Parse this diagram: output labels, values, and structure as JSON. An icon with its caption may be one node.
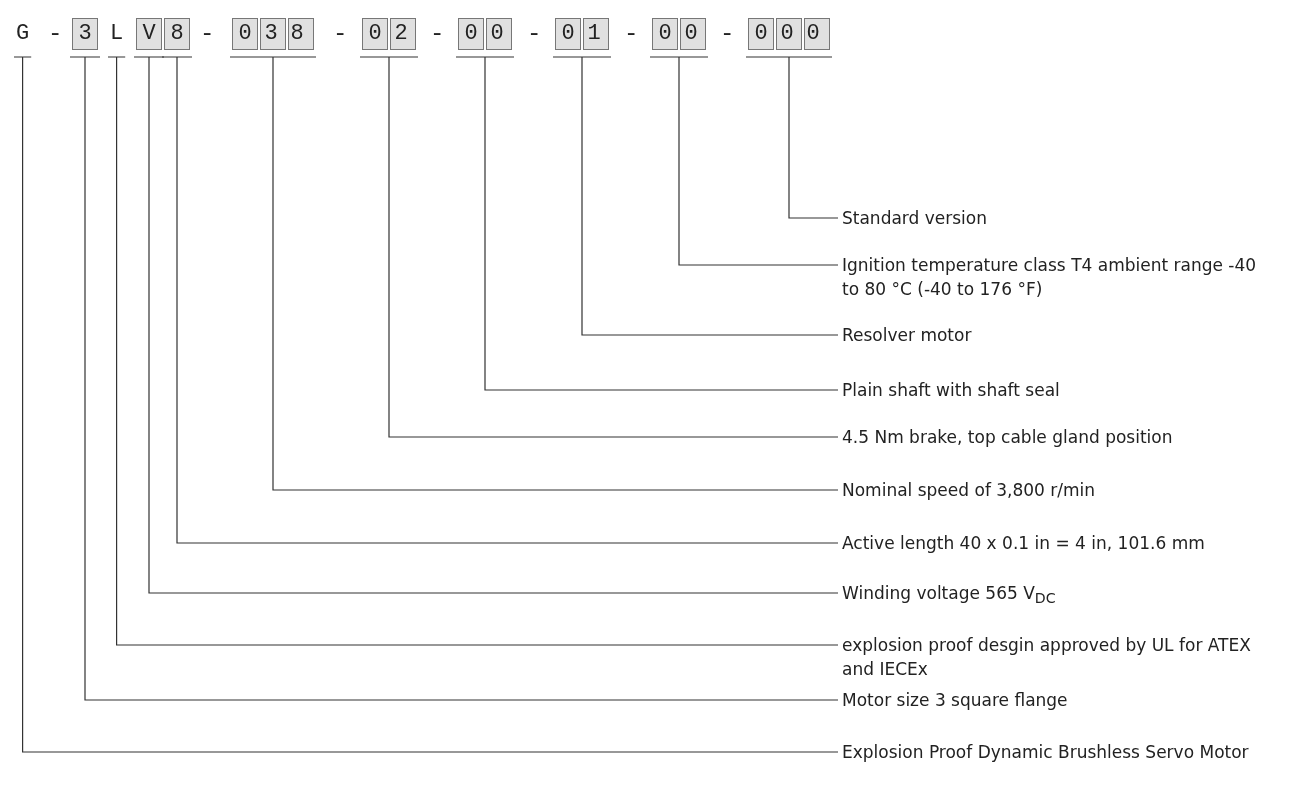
{
  "diagram": {
    "nodes": [
      {
        "text": [
          "G"
        ]
      },
      {
        "text": [
          "3"
        ]
      },
      {
        "text": [
          "L"
        ]
      },
      {
        "text": [
          "V"
        ]
      },
      {
        "text": [
          "8"
        ]
      },
      {
        "text": [
          "038"
        ]
      },
      {
        "text": [
          "02"
        ]
      },
      {
        "text": [
          "00"
        ]
      },
      {
        "text": [
          "01"
        ]
      },
      {
        "text": [
          "00"
        ]
      },
      {
        "text": [
          "000"
        ]
      },
      {
        "text": [
          "Standard version"
        ]
      },
      {
        "text": [
          "Ignition temperature class T4 ambient range -40 to 80 °C (-40 to 176 °F)"
        ]
      },
      {
        "text": [
          "Resolver motor"
        ]
      },
      {
        "text": [
          "Plain shaft with shaft seal"
        ]
      },
      {
        "text": [
          "4.5 Nm brake, top cable gland position"
        ]
      },
      {
        "text": [
          "Nominal speed of 3,800 r/min"
        ]
      },
      {
        "text": [
          "Active length 40 x 0.1 in = 4 in, 101.6 mm"
        ]
      },
      {
        "text": [
          "Winding voltage 565 V$_{DC}$"
        ]
      },
      {
        "text": [
          "explosion proof desgin approved by UL for ATEX and IECEx"
        ]
      },
      {
        "text": [
          "Motor size 3 square flange"
        ]
      },
      {
        "text": [
          "Explosion Proof Dynamic Brushless Servo Motor"
        ]
      }
    ],
    "edges": [
      {
        "from": 10,
        "to": 11,
        "arrow": "none"
      },
      {
        "from": 9,
        "to": 12,
        "arrow": "none"
      },
      {
        "from": 8,
        "to": 13,
        "arrow": "none"
      },
      {
        "from": 7,
        "to": 14,
        "arrow": "none"
      },
      {
        "from": 6,
        "to": 15,
        "arrow": "none"
      },
      {
        "from": 5,
        "to": 16,
        "arrow": "none"
      },
      {
        "from": 4,
        "to": 17,
        "arrow": "none"
      },
      {
        "from": 3,
        "to": 18,
        "arrow": "none"
      },
      {
        "from": 2,
        "to": 19,
        "arrow": "none"
      },
      {
        "from": 1,
        "to": 20,
        "arrow": "none"
      },
      {
        "from": 0,
        "to": 21,
        "arrow": "none"
      }
    ],
    "labels": [
      "-",
      "-",
      "-",
      "-",
      "-",
      "-",
      "-"
    ]
  }
}
